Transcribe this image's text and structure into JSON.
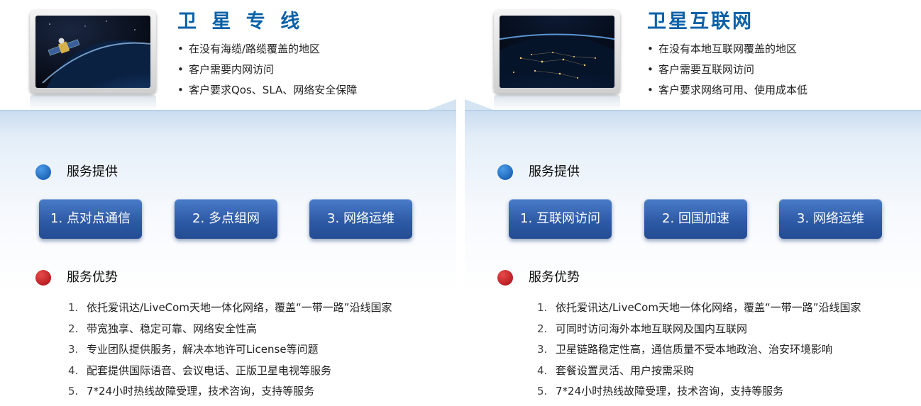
{
  "left": {
    "title": "卫 星 专 线",
    "bullets": [
      "在没有海缆/路缆覆盖的地区",
      "客户需要内网访问",
      "客户要求Qos、SLA、网络安全保障"
    ],
    "services_label": "服务提供",
    "services": [
      "1. 点对点通信",
      "2. 多点组网",
      "3. 网络运维"
    ],
    "advantages_label": "服务优势",
    "advantages": [
      {
        "n": "1.",
        "text": "依托爱讯达/LiveCom天地一体化网络，覆盖“一带一路”沿线国家"
      },
      {
        "n": "2.",
        "text": "带宽独享、稳定可靠、网络安全性高"
      },
      {
        "n": "3.",
        "text": "专业团队提供服务，解决本地许可License等问题"
      },
      {
        "n": "4.",
        "text": "配套提供国际语音、会议电话、正版卫星电视等服务"
      },
      {
        "n": "5.",
        "text": "7*24小时热线故障受理，技术咨询，支持等服务"
      }
    ]
  },
  "right": {
    "title": "卫星互联网",
    "bullets": [
      "在没有本地互联网覆盖的地区",
      "客户需要互联网访问",
      "客户要求网络可用、使用成本低"
    ],
    "services_label": "服务提供",
    "services": [
      "1. 互联网访问",
      "2. 回国加速",
      "3. 网络运维"
    ],
    "advantages_label": "服务优势",
    "advantages": [
      {
        "n": "1.",
        "text": "依托爱讯达/LiveCom天地一体化网络，覆盖“一带一路”沿线国家"
      },
      {
        "n": "2.",
        "text": "可同时访问海外本地互联网及国内互联网"
      },
      {
        "n": "3.",
        "text": "卫星链路稳定性高，通信质量不受本地政治、治安环境影响"
      },
      {
        "n": "4.",
        "text": "套餐设置灵活、用户按需采购"
      },
      {
        "n": "5.",
        "text": "7*24小时热线故障受理，技术咨询，支持等服务"
      }
    ]
  },
  "colors": {
    "title": "#0a61a8",
    "services_dot": "#1565c0",
    "advantages_dot": "#c0141c",
    "button": "#2e5aa6"
  },
  "images": {
    "left_photo": "satellite-over-earth",
    "right_photo": "earth-night-lights"
  }
}
